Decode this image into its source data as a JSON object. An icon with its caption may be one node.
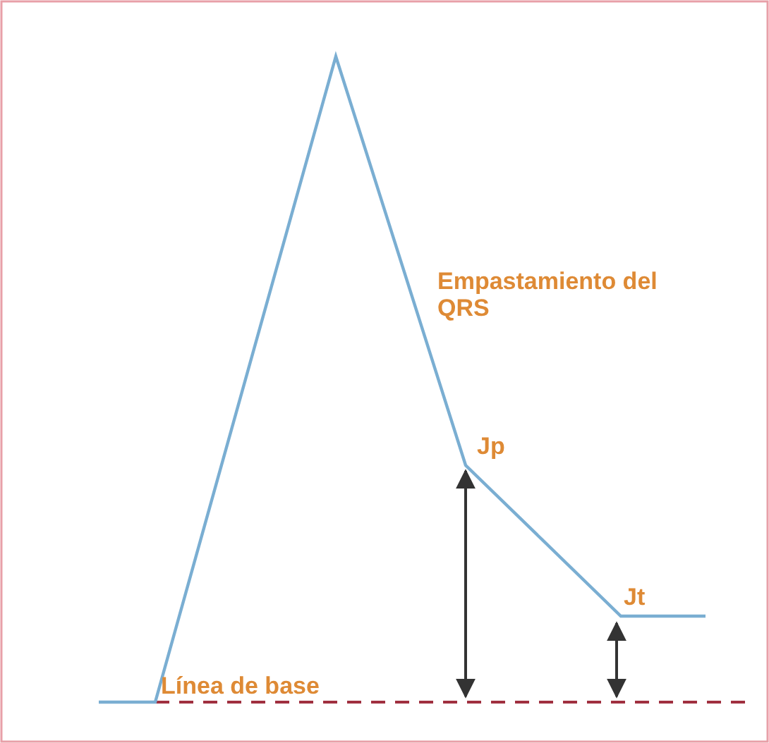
{
  "diagram": {
    "labels": [
      "Empastamiento del QRS",
      "Jp",
      "Jt",
      "Línea de base"
    ]
  }
}
